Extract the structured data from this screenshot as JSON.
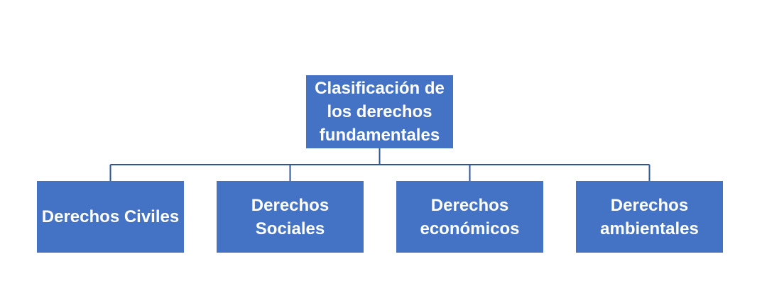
{
  "colors": {
    "box_fill": "#4472C4",
    "connector": "#2F5597",
    "text": "#FFFFFF"
  },
  "root": {
    "label": "Clasificación de\nlos derechos\nfundamentales"
  },
  "children": [
    {
      "label": "Derechos Civiles"
    },
    {
      "label": "Derechos\nSociales"
    },
    {
      "label": "Derechos\neconómicos"
    },
    {
      "label": "Derechos\nambientales"
    }
  ]
}
